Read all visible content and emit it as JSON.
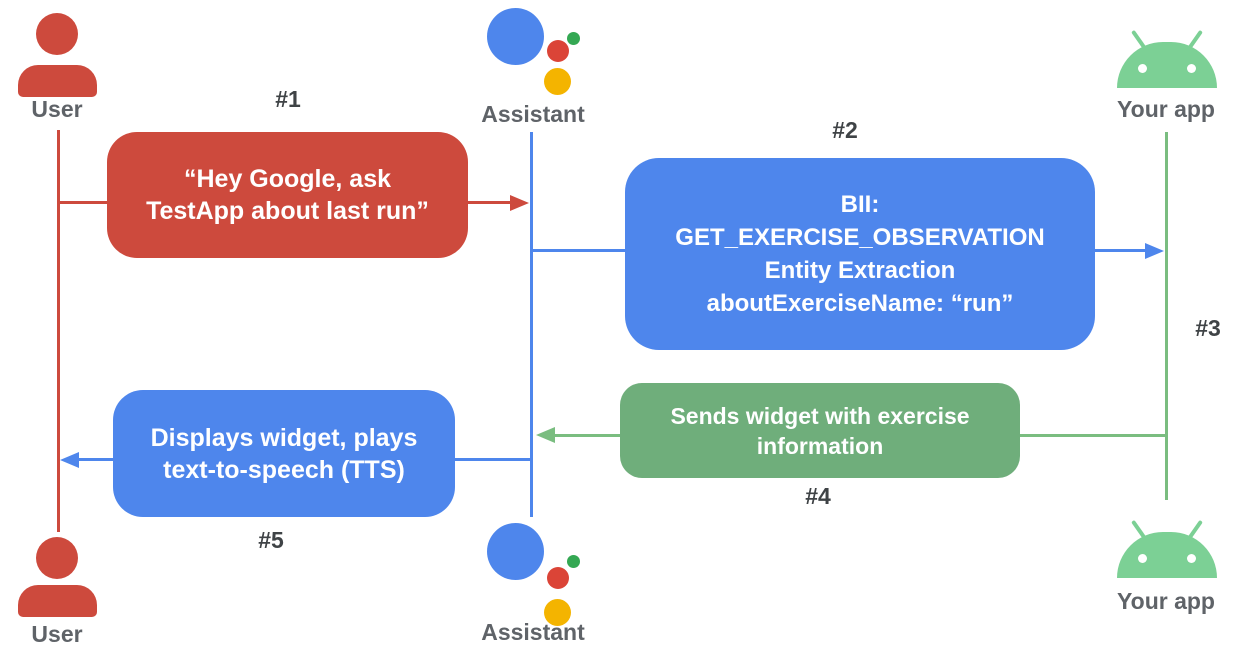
{
  "colors": {
    "red": "#CD4A3D",
    "blue": "#4E86EC",
    "green_box": "#6FAE7B",
    "green_line": "#7ABD80",
    "android_green": "#7CD095",
    "assistant_red": "#DB4437",
    "assistant_green": "#34A853",
    "assistant_yellow": "#F4B400",
    "actor_label_gray": "#5F6368",
    "step_label_gray": "#3F4346"
  },
  "actors": {
    "user_top": "User",
    "assistant_top": "Assistant",
    "yourapp_top": "Your app",
    "user_bottom": "User",
    "assistant_bottom": "Assistant",
    "yourapp_bottom": "Your app"
  },
  "steps": {
    "s1": "#1",
    "s2": "#2",
    "s3": "#3",
    "s4": "#4",
    "s5": "#5"
  },
  "messages": {
    "m1": {
      "lines": [
        "“Hey Google, ask",
        "TestApp about last run”"
      ]
    },
    "m2": {
      "lines": [
        "BII:",
        "GET_EXERCISE_OBSERVATION",
        "Entity Extraction",
        "aboutExerciseName: “run”"
      ]
    },
    "m3": {
      "lines": [
        "Sends widget with exercise",
        "information"
      ]
    },
    "m4": {
      "lines": [
        "Displays widget, plays",
        "text-to-speech (TTS)"
      ]
    }
  }
}
